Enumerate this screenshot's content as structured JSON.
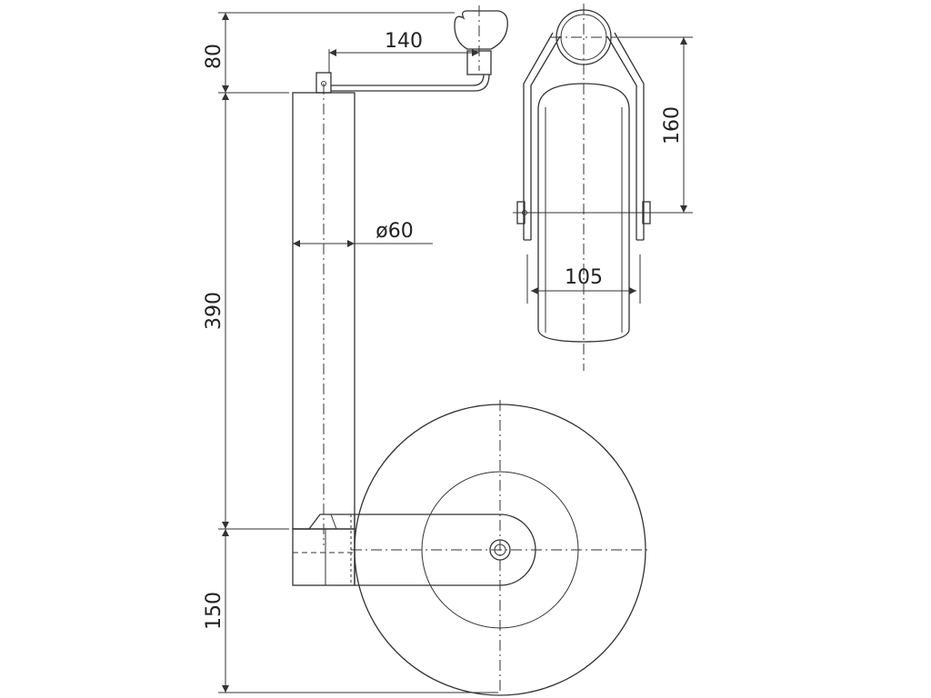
{
  "dimensions": {
    "crank_height": "80",
    "crank_reach": "140",
    "tube_length": "390",
    "tube_diameter": "ø60",
    "wheel_offset": "150",
    "fork_height": "160",
    "wheel_width": "105"
  }
}
